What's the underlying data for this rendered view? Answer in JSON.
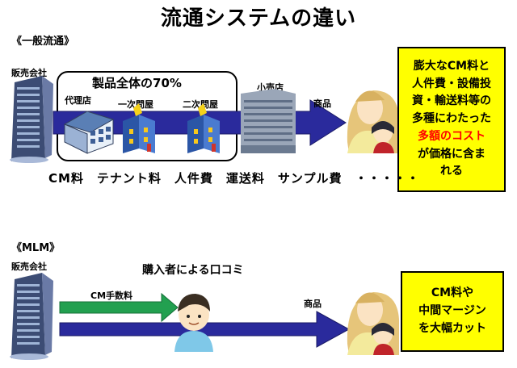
{
  "title": "流通システムの違い",
  "general": {
    "section_label": "《一般流通》",
    "maker_label": "販売会社",
    "box_label": "製品全体の70%",
    "agent_label": "代理店",
    "primary_label": "一次問屋",
    "secondary_label": "二次問屋",
    "retail_label": "小売店",
    "product_label": "商品",
    "costs_text": "CM料　テナント料　人件費　運送料　サンプル費　・・・・・",
    "note_line1": "膨大なCM料と",
    "note_line2": "人件費・設備投",
    "note_line3": "資・輸送料等の",
    "note_line4": "多種にわたった",
    "note_line5_red": "多額のコスト",
    "note_line6": "が価格に含ま",
    "note_line7": "れる"
  },
  "mlm": {
    "section_label": "《MLM》",
    "maker_label": "販売会社",
    "word_of_mouth_label": "購入者による口コミ",
    "fee_label": "CM手数料",
    "product_label": "商品",
    "note_line1": "CM料や",
    "note_line2": "中間マージン",
    "note_line3": "を大幅カット"
  },
  "colors": {
    "arrow_navy": "#2a2a9c",
    "arrow_green": "#22a050",
    "highlight_yellow": "#ffff00",
    "red_text": "#ff0000"
  }
}
